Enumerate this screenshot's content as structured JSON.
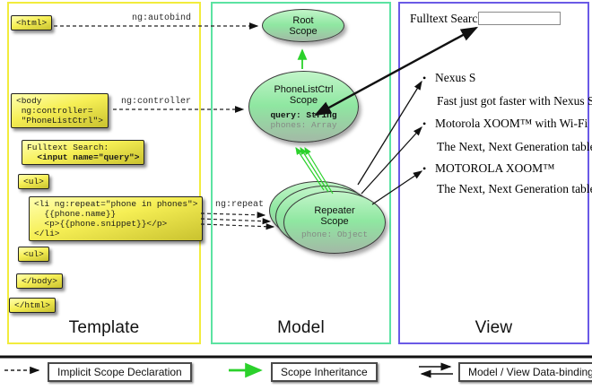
{
  "template_column": {
    "title": "Template",
    "boxes": {
      "html_open": "<html>",
      "body_open": {
        "lines": [
          "<body",
          " ng:controller=",
          " \"PhoneListCtrl\">"
        ]
      },
      "fulltext": {
        "line1": "Fulltext Search:",
        "line2": "  <input name=\"query\">"
      },
      "ul_open": "<ul>",
      "li_repeat": {
        "lines": [
          "<li ng:repeat=\"phone in phones\">",
          "  {{phone.name}}",
          "  <p>{{phone.snippet}}</p>",
          "</li>"
        ]
      },
      "ul_close": "<ul>",
      "body_close": "</body>",
      "html_close": "</html>"
    },
    "arrow_labels": {
      "autobind": "ng:autobind",
      "controller": "ng:controller",
      "repeat": "ng:repeat"
    }
  },
  "model_column": {
    "title": "Model",
    "root_scope": {
      "title1": "Root",
      "title2": "Scope"
    },
    "phonelist_scope": {
      "title1": "PhoneListCtrl",
      "title2": "Scope",
      "prop_query": "query: String",
      "prop_phones": "phones: Array"
    },
    "repeater_scope": {
      "title1": "Repeater",
      "title2": "Scope",
      "prop_phone": "phone: Object"
    }
  },
  "view_column": {
    "title": "View",
    "search_label": "Fulltext Search:",
    "items": [
      {
        "name": "Nexus S",
        "snippet": "Fast just got faster with Nexus S."
      },
      {
        "name": "Motorola XOOM™ with Wi-Fi",
        "snippet": "The Next, Next Generation tablet."
      },
      {
        "name": "MOTOROLA XOOM™",
        "snippet": "The Next, Next Generation tablet."
      }
    ],
    "bullet_glyph": "•"
  },
  "legend": {
    "implicit": "Implicit Scope Declaration",
    "inheritance": "Scope Inheritance",
    "binding": "Model / View Data-binding"
  },
  "colors": {
    "template_border": "#f2ec3d",
    "model_border": "#5ce3a2",
    "view_border": "#6a5ae6",
    "scope_fill": "#8fe7a1",
    "code_box_yellow": "#f6ef55",
    "inheritance_green": "#2bd12b"
  }
}
